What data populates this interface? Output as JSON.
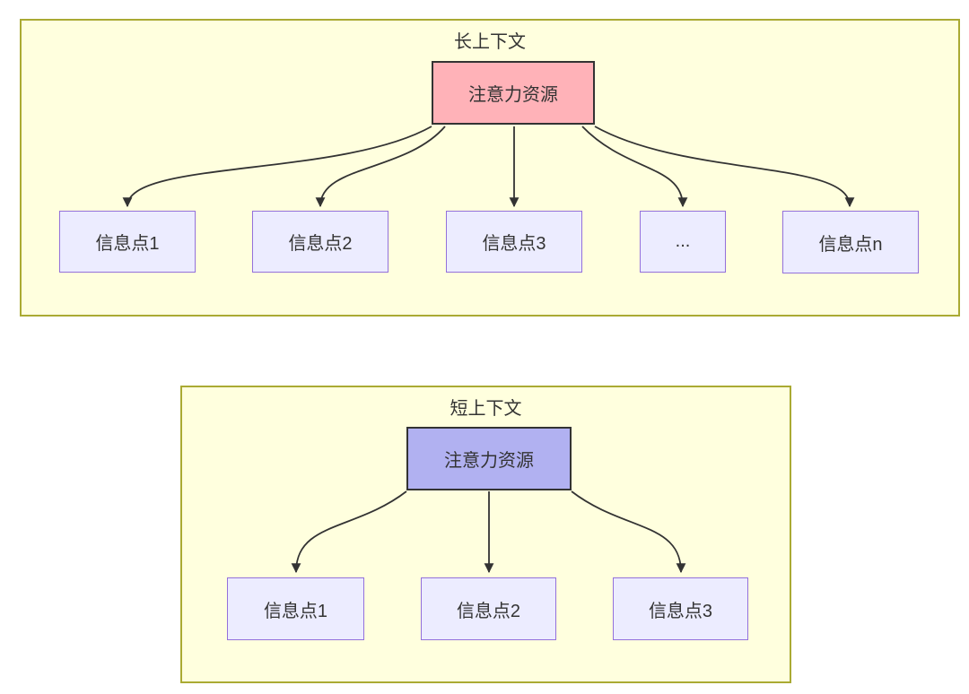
{
  "diagram": {
    "colors": {
      "panel_bg": "#ffffde",
      "panel_border": "#aaaa33",
      "node_bg": "#ececff",
      "node_border": "#9370db",
      "root_border": "#333333",
      "long_root_bg": "#ffb2b8",
      "short_root_bg": "#b1b1f1",
      "arrow": "#333333",
      "text": "#333333"
    },
    "panels": [
      {
        "title": "长上下文",
        "root_label": "注意力资源",
        "children": [
          "信息点1",
          "信息点2",
          "信息点3",
          "...",
          "信息点n"
        ]
      },
      {
        "title": "短上下文",
        "root_label": "注意力资源",
        "children": [
          "信息点1",
          "信息点2",
          "信息点3"
        ]
      }
    ]
  }
}
